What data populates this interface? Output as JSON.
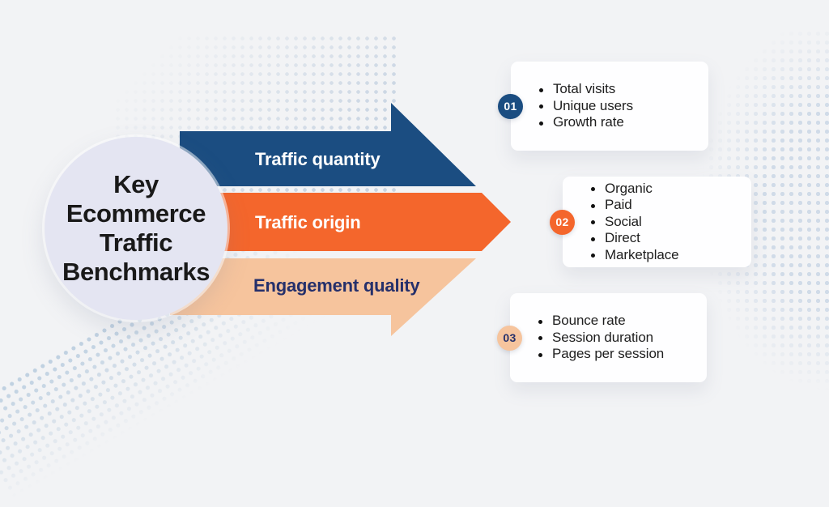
{
  "circle": {
    "lines": [
      "Key",
      "Ecommerce",
      "Traffic",
      "Benchmarks"
    ],
    "bg_color": "#e4e5f2",
    "text_color": "#191919"
  },
  "arrows": [
    {
      "label": "Traffic quantity",
      "color": "#1b4d81",
      "text_color": "#ffffff"
    },
    {
      "label": "Traffic origin",
      "color": "#f4662c",
      "text_color": "#ffffff"
    },
    {
      "label": "Engagement quality",
      "color": "#f6c49d",
      "text_color": "#25306b"
    }
  ],
  "cards": [
    {
      "number": "01",
      "badge_color": "#1b4d81",
      "badge_text_color": "#ffffff",
      "items": [
        "Total visits",
        "Unique users",
        "Growth rate"
      ]
    },
    {
      "number": "02",
      "badge_color": "#f4662c",
      "badge_text_color": "#ffffff",
      "items": [
        "Organic",
        "Paid",
        "Social",
        "Direct",
        "Marketplace"
      ]
    },
    {
      "number": "03",
      "badge_color": "#f6c49d",
      "badge_text_color": "#25306b",
      "items": [
        "Bounce rate",
        "Session duration",
        "Pages per session"
      ]
    }
  ],
  "colors": {
    "background": "#f2f3f5",
    "card_background": "#fefeff",
    "halftone_dots": "#c8d4e2",
    "bullet_text": "#1e1e1e"
  }
}
